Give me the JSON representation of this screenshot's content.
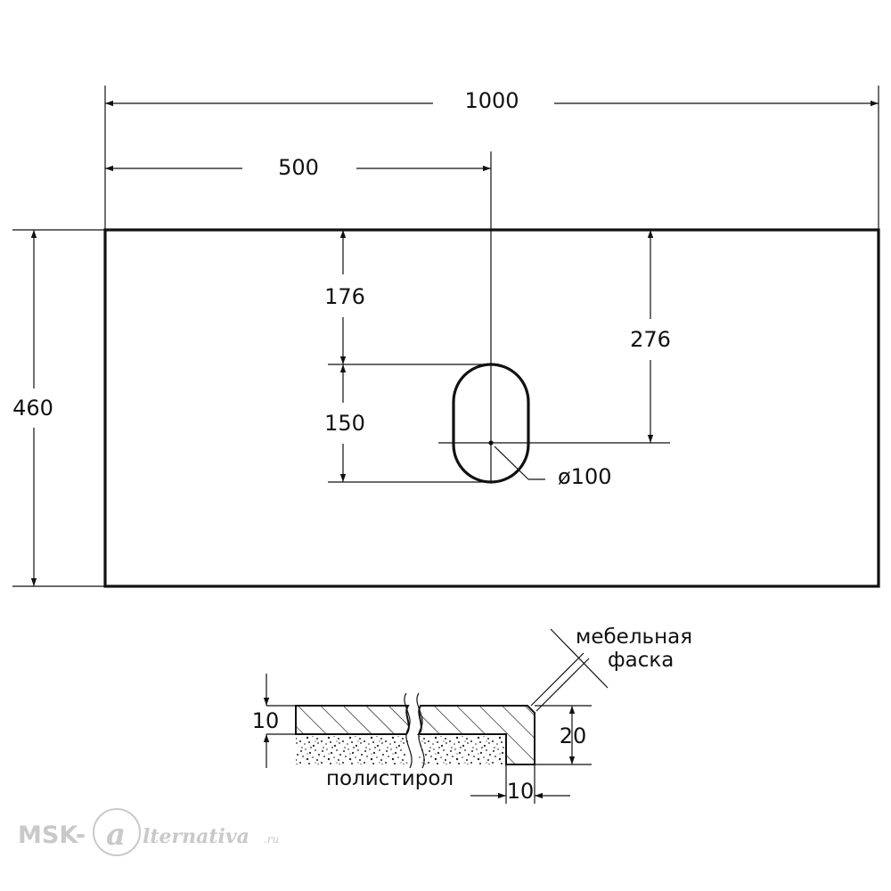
{
  "dimensions": {
    "total_width": "1000",
    "hole_offset_x": "500",
    "total_depth": "460",
    "hole_top_offset": "176",
    "hole_length": "150",
    "hole_center_offset": "276",
    "hole_diameter": "ø100"
  },
  "section": {
    "chamfer_label_line1": "мебельная",
    "chamfer_label_line2": "фаска",
    "top_layer_thickness": "10",
    "edge_height": "20",
    "edge_thickness": "10",
    "core_material": "полистирол"
  },
  "watermark": {
    "part1": "MSK-",
    "part2": "lternativa",
    "part3": ".ru"
  }
}
